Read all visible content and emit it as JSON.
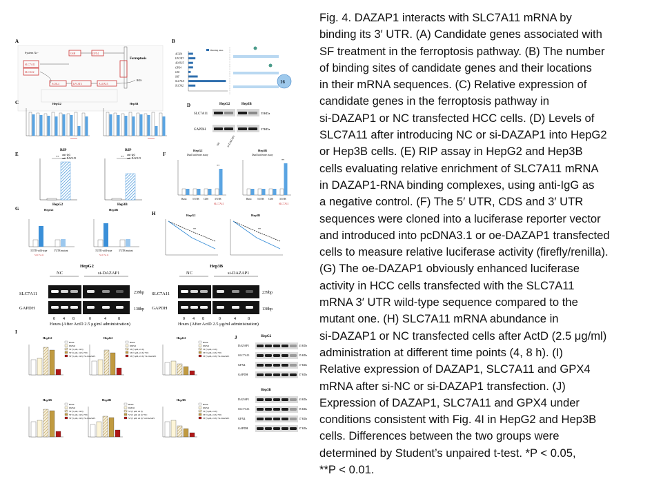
{
  "figure": {
    "panel_letters": [
      "A",
      "B",
      "C",
      "D",
      "E",
      "F",
      "G",
      "H",
      "I",
      "J"
    ],
    "panelA": {
      "system": "System Xc-",
      "slc7a11": "SLC7A11",
      "slc3a2": "SLC3A2",
      "ferroptosis": "Ferroptosis",
      "gsh": "GSH",
      "gpx4": "GPX4",
      "acsl4": "ACSL4",
      "lpcat3": "LPCAT3",
      "alox15": "ALOX15",
      "ros": "ROS"
    },
    "panelB": {
      "genes": [
        "ACSL4",
        "LPCAT3",
        "ALOX15",
        "GPX4",
        "GSS",
        "SAT",
        "SLC7A11",
        "SLC3A2"
      ],
      "legend": "Binding sites",
      "bubble": "16"
    },
    "panelD": {
      "cells": [
        "HepG2",
        "Hep3B"
      ],
      "rows": [
        "SLC7A11",
        "GAPDH"
      ],
      "sizes": [
        "55KDa",
        "37KDa"
      ],
      "lanes": [
        "NC",
        "si-DAZAP1"
      ]
    },
    "panelE": {
      "title": "RIP",
      "cells": [
        "HepG2",
        "Hep3B"
      ],
      "legend": [
        "anti-IgG",
        "anti-DAZAP1"
      ]
    },
    "panelF": {
      "cells": [
        "HepG2",
        "Hep3B"
      ],
      "subtitle": "Dual luciferase assay",
      "categories": [
        "Basic",
        "5'UTR",
        "CDS",
        "3'UTR"
      ],
      "gene": "SLC7A11"
    },
    "panelG": {
      "cells": [
        "HepG2",
        "Hep3B"
      ],
      "categories": [
        "3'UTR wild-type",
        "3'UTR mutant"
      ],
      "gene": "SLC7A11"
    },
    "panelH": {
      "cells": [
        "HepG2",
        "Hep3B"
      ]
    },
    "gels": {
      "left": {
        "cell": "HepG2",
        "groups": [
          "NC",
          "si-DAZAP1"
        ],
        "rows": [
          "SLC7A11",
          "GAPDH"
        ],
        "sizes": [
          "239bp",
          "138bp"
        ],
        "lanes": [
          "0",
          "4",
          "8",
          "0",
          "4",
          "8"
        ]
      },
      "right": {
        "cell": "Hep3B",
        "groups": [
          "NC",
          "si-DAZAP1"
        ],
        "rows": [
          "SLC7A11",
          "GAPDH"
        ],
        "sizes": [
          "239bp",
          "138bp"
        ],
        "lanes": [
          "0",
          "4",
          "8",
          "0",
          "4",
          "8"
        ]
      },
      "axis_label": "Hours (After ActD 2.5 μg/ml administration)"
    },
    "panelI": {
      "cells": [
        "HepG2",
        "Hep3B"
      ],
      "legend": [
        "Blank",
        "DMSO",
        "SF (5 μM, 24 h)",
        "SF (5 μM, 24 h) +NC",
        "SF (5 μM, 24 h) +si-DAZAP1"
      ]
    },
    "panelJ": {
      "cells": [
        "HepG2",
        "Hep3B"
      ],
      "rows": [
        "DAZAP1",
        "SLC7A11",
        "GPX4",
        "GAPDH"
      ],
      "sizes": [
        "43 KDa",
        "55 KDa",
        "17 KDa",
        "37 KDa"
      ]
    }
  },
  "caption": [
    "Fig. 4. DAZAP1 interacts with SLC7A11 mRNA by",
    "binding its 3′ UTR. (A) Candidate genes associated with",
    "SF treatment in the ferroptosis pathway. (B) The number",
    "of binding sites of candidate genes and their locations",
    "in their mRNA sequences. (C) Relative expression of",
    "candidate genes in the ferroptosis pathway in",
    "si-DAZAP1 or NC transfected HCC cells. (D) Levels of",
    "SLC7A11 after introducing NC or si-DAZAP1 into HepG2",
    "or Hep3B cells. (E) RIP assay in HepG2 and Hep3B",
    "cells evaluating relative enrichment of SLC7A11 mRNA",
    "in DAZAP1-RNA binding complexes, using anti-IgG as",
    "a negative control. (F) The 5′ UTR, CDS and 3′ UTR",
    "sequences were cloned into a luciferase reporter vector",
    "and introduced into pcDNA3.1 or oe-DAZAP1 transfected",
    "cells to measure relative luciferase activity (firefly/renilla).",
    "(G) The oe-DAZAP1 obviously enhanced luciferase",
    "activity in HCC cells transfected with the SLC7A11",
    "mRNA 3′ UTR wild-type sequence compared to the",
    "mutant one. (H) SLC7A11 mRNA abundance in",
    "si-DAZAP1 or NC transfected cells after ActD (2.5 μg/ml)",
    "administration at different time points (4, 8 h). (I)",
    "Relative expression of DAZAP1, SLC7A11 and GPX4",
    "mRNA after si-NC or si-DAZAP1 transfection. (J)",
    "Expression of DAZAP1, SLC7A11 and GPX4 under",
    "conditions consistent with Fig. 4I in HepG2 and Hep3B",
    "cells. Differences between the two groups were",
    "determined by Student’s unpaired t-test. *P < 0.05,",
    "**P < 0.01."
  ]
}
